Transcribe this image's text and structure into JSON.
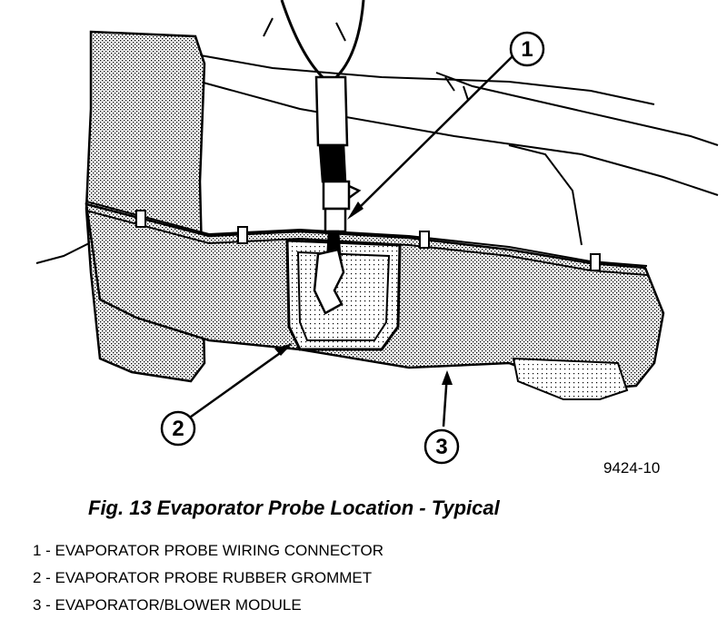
{
  "figure": {
    "code": "9424-10",
    "caption": "Fig. 13 Evaporator Probe Location - Typical"
  },
  "callouts": [
    {
      "number": "1",
      "text": "1 - EVAPORATOR PROBE WIRING CONNECTOR"
    },
    {
      "number": "2",
      "text": "2 - EVAPORATOR PROBE RUBBER GROMMET"
    },
    {
      "number": "3",
      "text": "3 - EVAPORATOR/BLOWER MODULE"
    }
  ]
}
